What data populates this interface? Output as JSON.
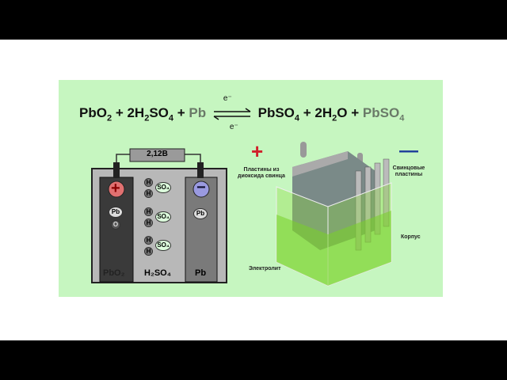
{
  "equation": {
    "left": [
      "PbO",
      "2",
      "+ 2H",
      "2",
      "SO",
      "4",
      "+",
      "Pb"
    ],
    "electron": "e⁻",
    "right": [
      "PbSO",
      "4",
      "+ 2H",
      "2",
      "O +",
      "PbSO",
      "4"
    ]
  },
  "cell": {
    "voltage": "2,12В",
    "plus": "+",
    "minus": "−",
    "pb_left": "Pb",
    "o": "O",
    "h": "H",
    "so4": "SO₄",
    "left_label": "PbO₂",
    "middle_label": "H₂SO₄",
    "right_label": "Pb",
    "pb_right": "Pb"
  },
  "battery": {
    "plus": "+",
    "minus": "—",
    "positive_plates": "Пластины из диоксида свинца",
    "negative_plates": "Свинцовые пластины",
    "case": "Корпус",
    "electrolyte": "Электролит"
  },
  "colors": {
    "panel": "#c6f6c0",
    "plus": "#d0202a",
    "minus": "#1a3a9a"
  }
}
